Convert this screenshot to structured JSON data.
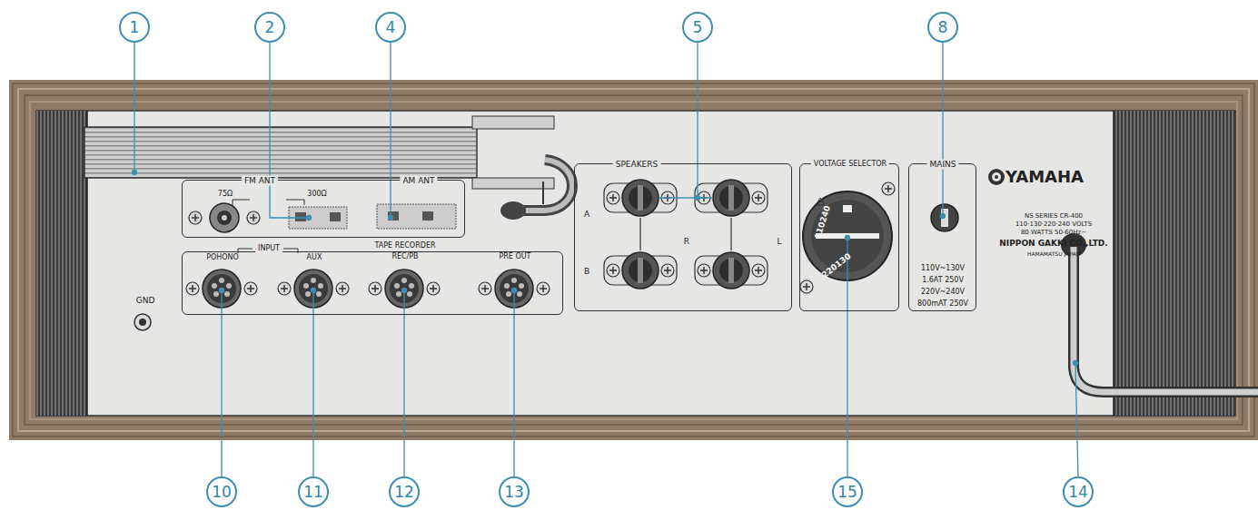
{
  "diagram": {
    "nodes": [
      {
        "text": [
          "FM ANT",
          "75Ω",
          "300Ω",
          "AM ANT"
        ]
      },
      {
        "text": [
          "INPUT",
          "POHONO",
          "AUX",
          "TAPE RECORDER",
          "REC/PB",
          "PRE OUT"
        ]
      },
      {
        "text": [
          "SPEAKERS",
          "A",
          "B",
          "R",
          "L"
        ]
      },
      {
        "text": [
          "VOLTAGE SELECTOR",
          "110240",
          "220130"
        ]
      },
      {
        "text": [
          "MAINS",
          "110V~130V",
          "1.6AT 250V",
          "220V~240V",
          "800mAT 250V"
        ]
      },
      {
        "text": [
          "1"
        ]
      },
      {
        "text": [
          "2"
        ]
      },
      {
        "text": [
          "4"
        ]
      },
      {
        "text": [
          "5"
        ]
      },
      {
        "text": [
          "8"
        ]
      },
      {
        "text": [
          "10"
        ]
      },
      {
        "text": [
          "11"
        ]
      },
      {
        "text": [
          "12"
        ]
      },
      {
        "text": [
          "13"
        ]
      },
      {
        "text": [
          "15"
        ]
      },
      {
        "text": [
          "14"
        ]
      }
    ],
    "labels": [
      "GND",
      "YAMAHA",
      "NS SERIES CR-400",
      "110·130·220·240 VOLTS",
      "80 WATTS 50-60Hz~",
      "NIPPON GAKKI CO.,LTD.",
      "HAMAMATSU JAPAN"
    ]
  }
}
